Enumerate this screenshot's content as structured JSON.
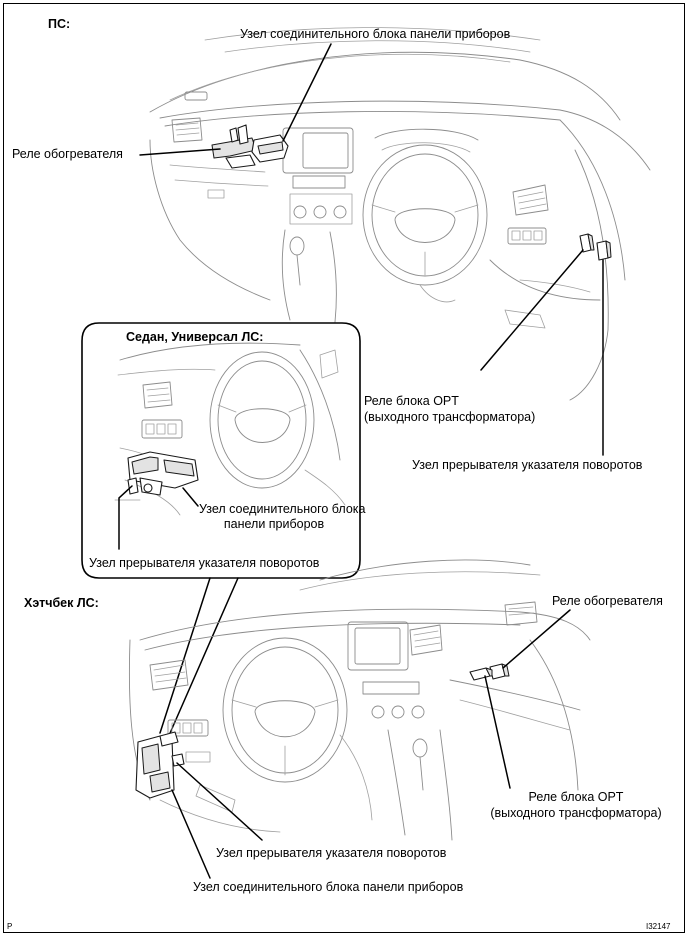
{
  "sections": {
    "lhd_label": "ПС:",
    "inset_label": "Седан, Универсал ЛС:",
    "hatchback_label": "Хэтчбек ЛС:"
  },
  "callouts": {
    "top_junction_block": "Узел соединительного блока панели приборов",
    "top_heater_relay": "Реле обогревателя",
    "top_opt_relay_line1": "Реле блока OPT",
    "top_opt_relay_line2": "(выходного трансформатора)",
    "top_turn_signal_flasher": "Узел прерывателя указателя поворотов",
    "inset_junction_block_line1": "Узел соединительного блока",
    "inset_junction_block_line2": "панели приборов",
    "inset_turn_signal_flasher": "Узел прерывателя указателя поворотов",
    "bottom_heater_relay": "Реле обогревателя",
    "bottom_opt_relay_line1": "Реле блока OPT",
    "bottom_opt_relay_line2": "(выходного трансформатора)",
    "bottom_turn_signal_flasher": "Узел прерывателя указателя поворотов",
    "bottom_junction_block": "Узел соединительного блока панели приборов"
  },
  "footer": {
    "left_mark": "P",
    "figure_id": "I32147"
  }
}
